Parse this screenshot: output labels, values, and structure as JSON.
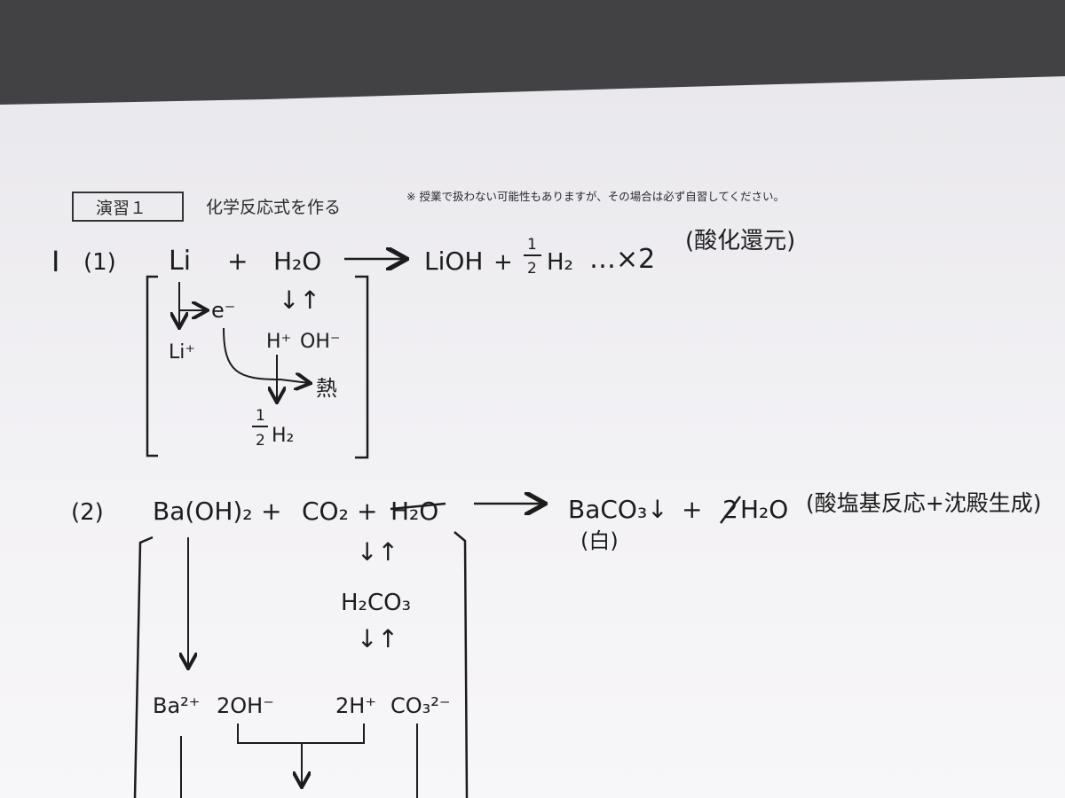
{
  "header": {
    "exercise_label": "演習１",
    "topic": "化学反応式を作る",
    "note": "※ 授業で扱わない可能性もありますが、その場合は必ず自習してください。"
  },
  "problem1": {
    "section_label": "I",
    "number": "(1)",
    "reactant1": "Li",
    "plus": "+",
    "reactant2": "H₂O",
    "product1": "LiOH",
    "plus2": "+",
    "half_num": "1",
    "half_den": "2",
    "product2": "H₂",
    "multiplier": "…×2",
    "reaction_type": "(酸化還元)",
    "electron": "e⁻",
    "li_ion": "Li⁺",
    "h_ion": "H⁺",
    "oh_ion": "OH⁻",
    "heat": "熱",
    "half_den2": "2",
    "half_num2": "1",
    "h2_bottom": "H₂",
    "equilibrium": "↓↑"
  },
  "problem2": {
    "number": "(2)",
    "reactant1": "Ba(OH)₂",
    "plus1": "+",
    "reactant2": "CO₂",
    "plus2": "+",
    "reactant3_crossed": "H₂O",
    "product1": "BaCO₃↓",
    "plus3": "+",
    "product2_coef": "2",
    "product2": "H₂O",
    "reaction_type": "(酸塩基反応+沈殿生成)",
    "precipitate_note": "(白)",
    "intermediate": "H₂CO₃",
    "equilibrium1": "↓↑",
    "equilibrium2": "↓↑",
    "ba_ion": "Ba²⁺",
    "oh_ions": "2OH⁻",
    "h_ions": "2H⁺",
    "co3_ion": "CO₃²⁻"
  },
  "colors": {
    "paper": "#f4f3f5",
    "ink": "#1c1c1c",
    "background": "#3a3a3c"
  }
}
